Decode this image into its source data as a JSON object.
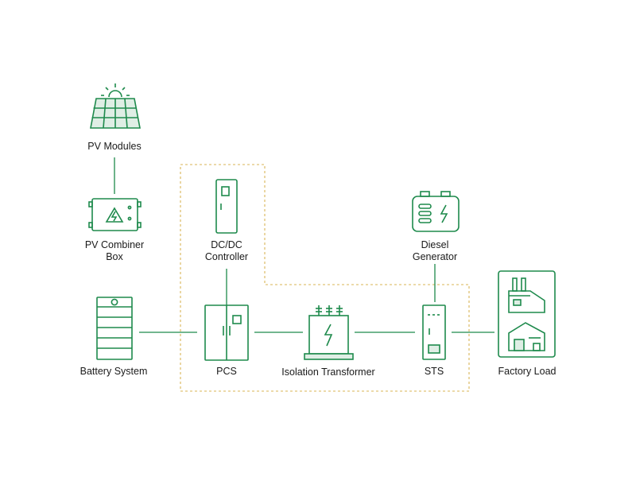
{
  "colors": {
    "accent": "#1e8a4c",
    "boundary": "#d9b456"
  },
  "nodes": {
    "pv_modules": {
      "label": "PV Modules",
      "icon": "solar-panel-icon"
    },
    "pv_combiner_box": {
      "label_line1": "PV Combiner",
      "label_line2": "Box",
      "icon": "combiner-box-icon"
    },
    "dcdc_controller": {
      "label_line1": "DC/DC",
      "label_line2": "Controller",
      "icon": "cabinet-icon"
    },
    "diesel_generator": {
      "label_line1": "Diesel",
      "label_line2": "Generator",
      "icon": "generator-icon"
    },
    "battery_system": {
      "label": "Battery System",
      "icon": "battery-rack-icon"
    },
    "pcs": {
      "label": "PCS",
      "icon": "inverter-cabinet-icon"
    },
    "isolation_transformer": {
      "label": "Isolation Transformer",
      "icon": "transformer-icon"
    },
    "sts": {
      "label": "STS",
      "icon": "switch-cabinet-icon"
    },
    "factory_load": {
      "label": "Factory Load",
      "icon": "factory-icon"
    }
  }
}
